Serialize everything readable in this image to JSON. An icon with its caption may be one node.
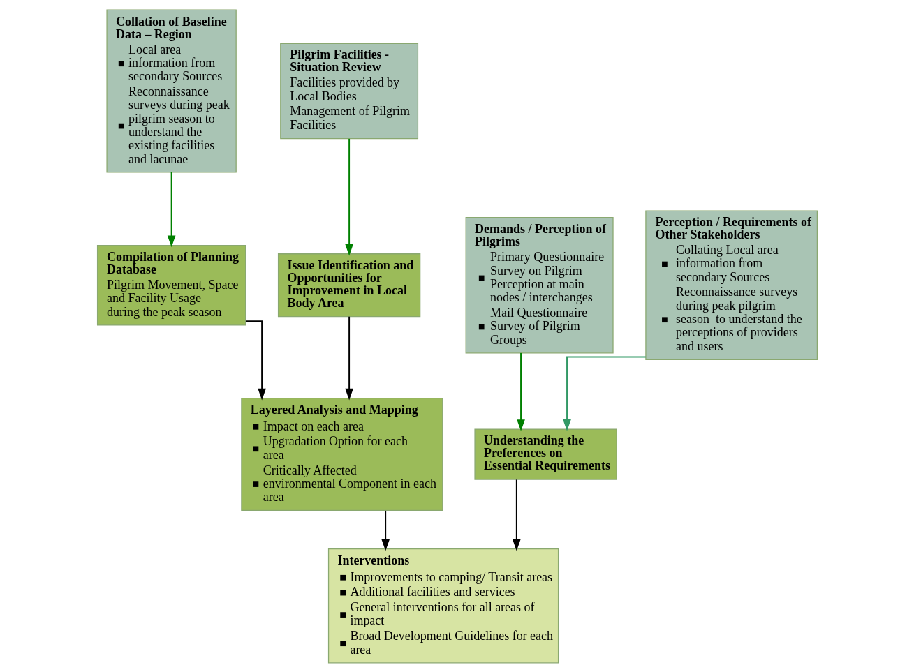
{
  "diagram": {
    "nodes": [
      {
        "text": [
          "Collation of Baseline Data – Region",
          "Local area information from secondary Sources",
          "Reconnaissance surveys during peak pilgrim season to understand the existing facilities and lacunae"
        ]
      },
      {
        "text": [
          "Pilgrim Facilities - Situation Review",
          "Facilities provided by Local Bodies",
          "Management of Pilgrim Facilities"
        ]
      },
      {
        "text": [
          "Demands / Perception of Pilgrims",
          "Primary Questionnaire Survey on Pilgrim Perception at main nodes / interchanges",
          "Mail Questionnaire Survey of Pilgrim Groups"
        ]
      },
      {
        "text": [
          "Perception / Requirements of Other Stakeholders",
          "Collating Local area information from secondary Sources",
          "Reconnaissance surveys during peak pilgrim season  to understand the perceptions of providers and users"
        ]
      },
      {
        "text": [
          "Compilation of Planning Database",
          "Pilgrim Movement, Space and Facility Usage during the peak season"
        ]
      },
      {
        "text": [
          "Issue Identification and Opportunities for Improvement in Local Body Area"
        ]
      },
      {
        "text": [
          "Understanding the Preferences on Essential Requirements"
        ]
      },
      {
        "text": [
          "Layered Analysis and Mapping",
          "Impact on each area",
          "Upgradation Option for each area",
          "Critically Affected environmental Component in each area"
        ]
      },
      {
        "text": [
          "Interventions",
          "Improvements to camping/ Transit areas",
          "Additional facilities and services",
          "General interventions for all areas of impact",
          "Broad Development Guidelines for each area"
        ]
      }
    ],
    "edges": [
      {
        "from": 0,
        "to": 4,
        "arrow": "to",
        "color": "#008000"
      },
      {
        "from": 1,
        "to": 5,
        "arrow": "to",
        "color": "#008000"
      },
      {
        "from": 2,
        "to": 6,
        "arrow": "to",
        "color": "#008000"
      },
      {
        "from": 3,
        "to": 6,
        "arrow": "to",
        "color": "#339966"
      },
      {
        "from": 4,
        "to": 7,
        "arrow": "to",
        "color": "#000000"
      },
      {
        "from": 5,
        "to": 7,
        "arrow": "to",
        "color": "#000000"
      },
      {
        "from": 6,
        "to": 8,
        "arrow": "to",
        "color": "#000000"
      },
      {
        "from": 7,
        "to": 8,
        "arrow": "to",
        "color": "#000000"
      }
    ]
  }
}
